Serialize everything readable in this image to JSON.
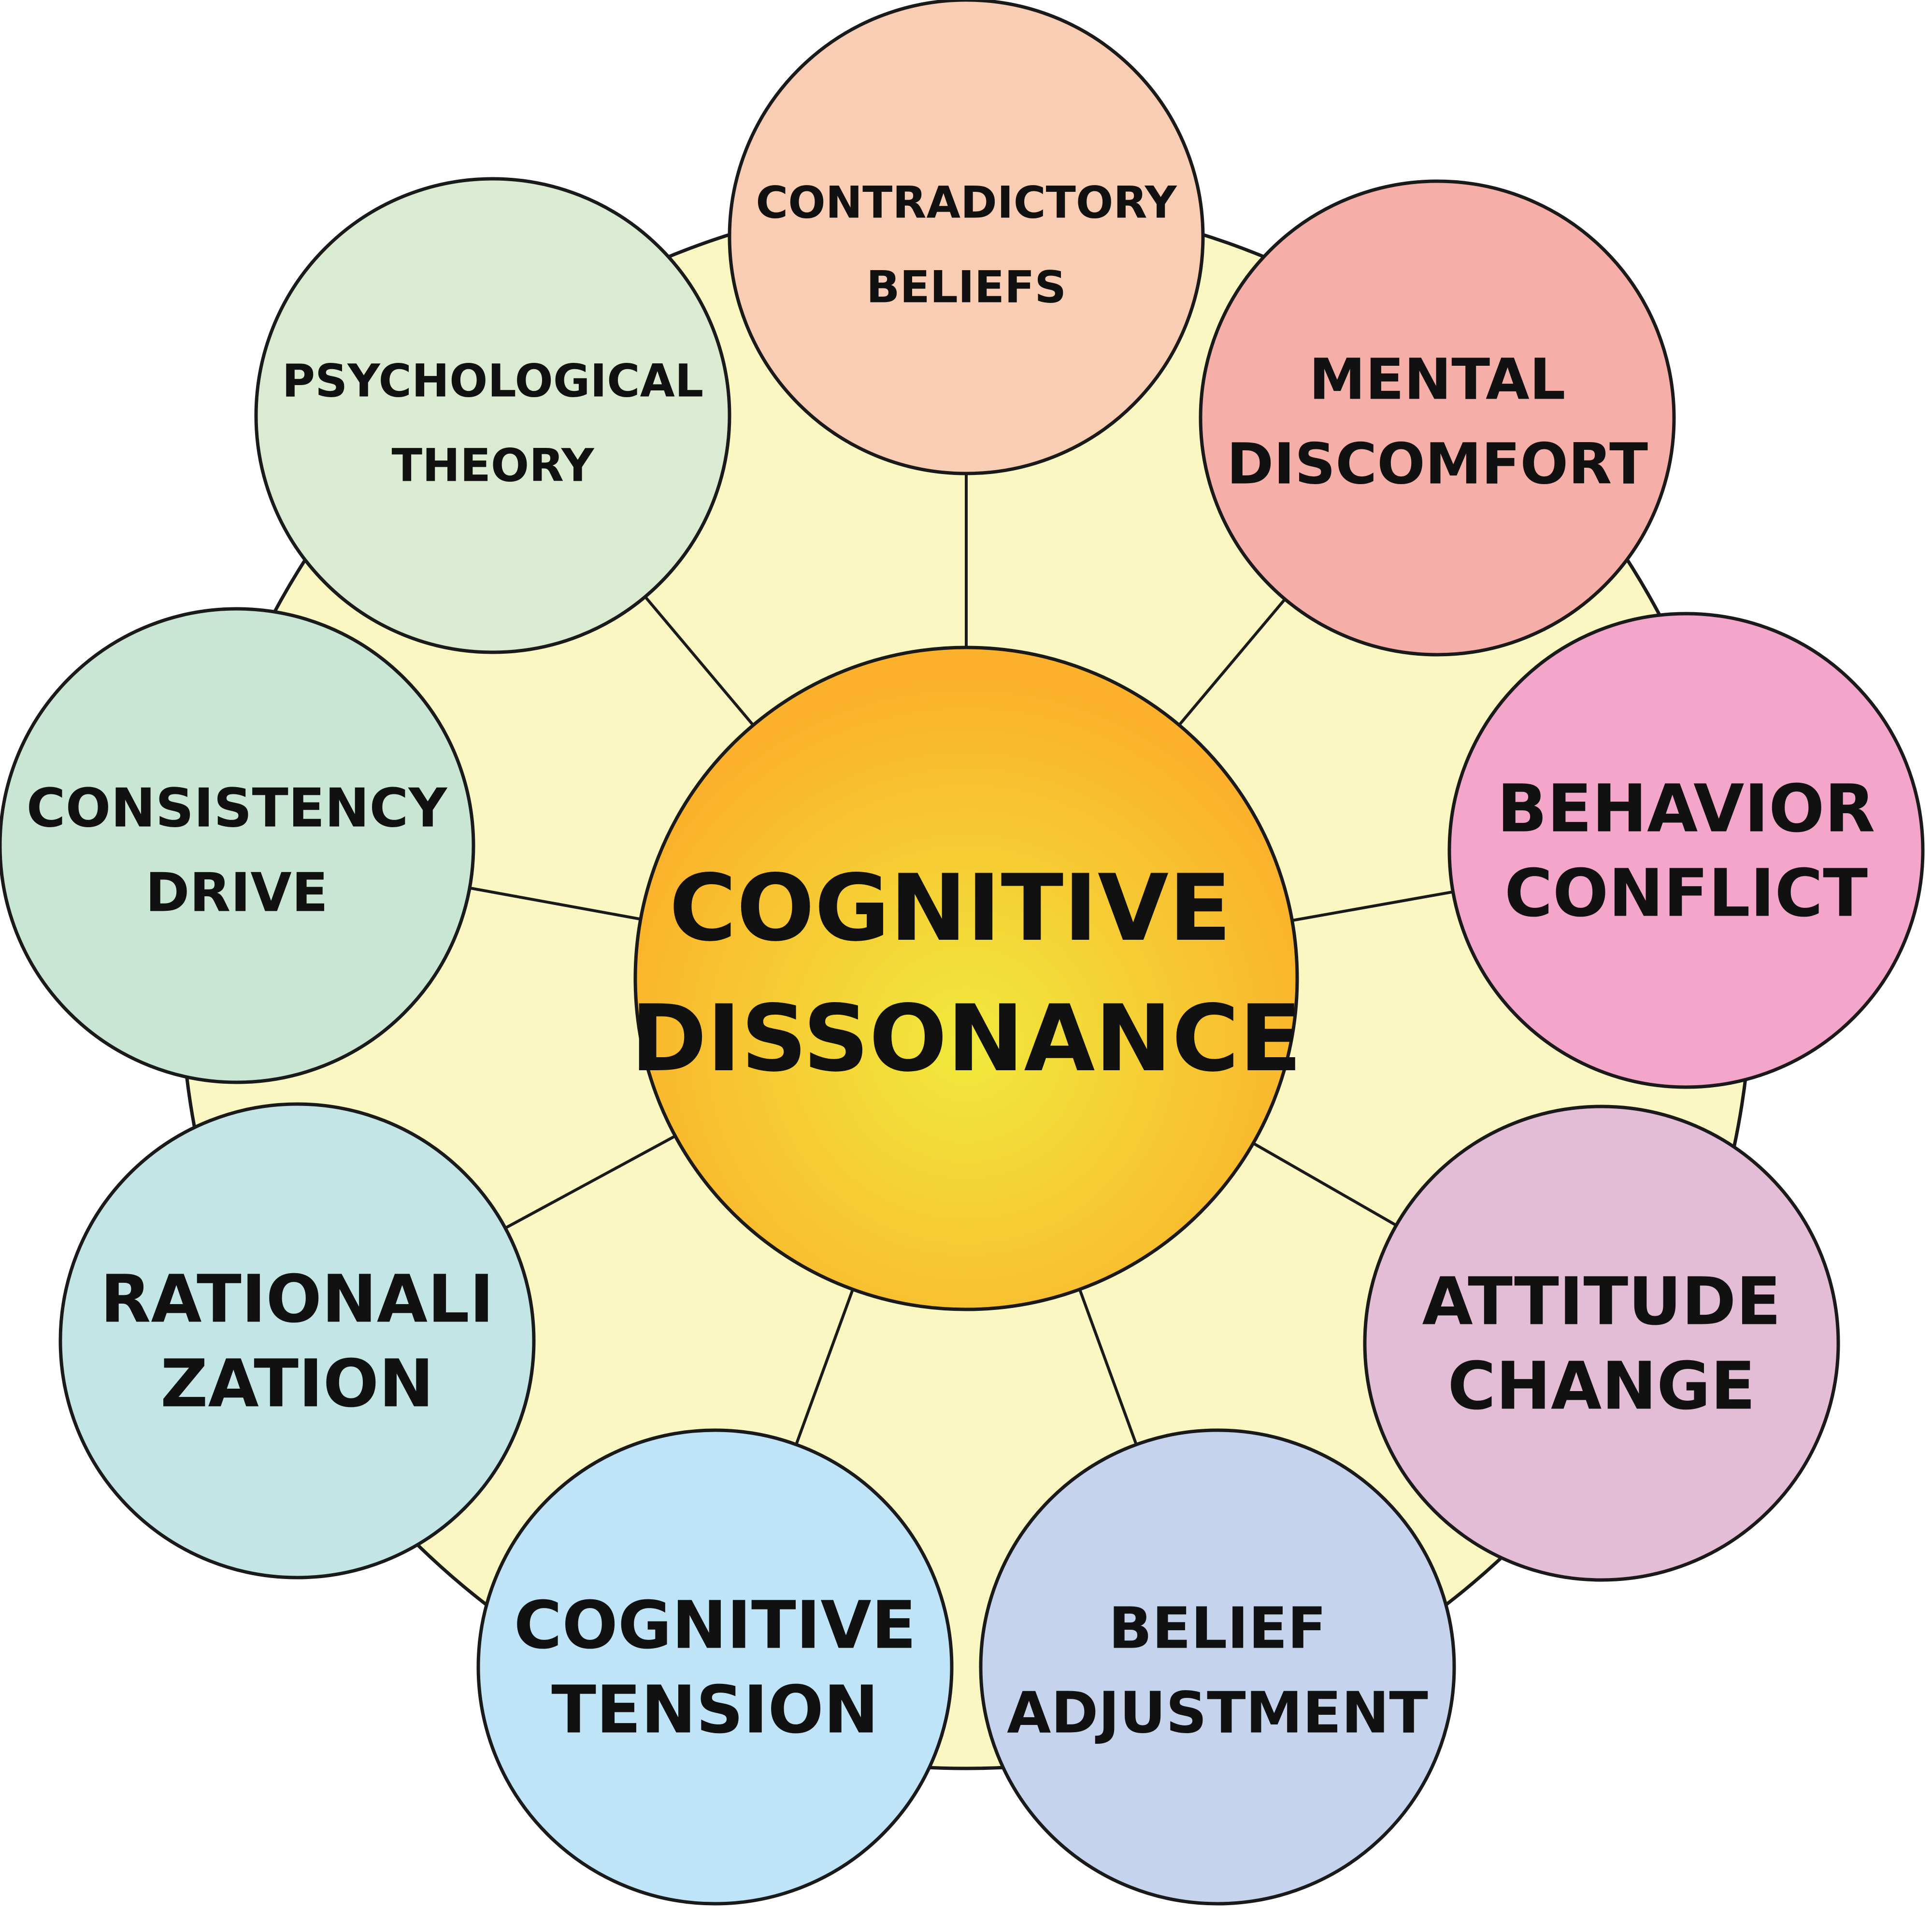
{
  "center": {
    "label_lines": [
      "COGNITIVE",
      "DISSONANCE"
    ],
    "gradient": [
      "#f0ea3c",
      "#fbb12b"
    ]
  },
  "background_ring_color": "#faf7c3",
  "nodes": [
    {
      "id": "contradictory-beliefs",
      "label_lines": [
        "CONTRADICTORY",
        "BELIEFS"
      ],
      "color": "#f8cdb4"
    },
    {
      "id": "mental-discomfort",
      "label_lines": [
        "MENTAL",
        "DISCOMFORT"
      ],
      "color": "#f5aea8"
    },
    {
      "id": "behavior-conflict",
      "label_lines": [
        "BEHAVIOR",
        "CONFLICT"
      ],
      "color": "#f3a6c9"
    },
    {
      "id": "attitude-change",
      "label_lines": [
        "ATTITUDE",
        "CHANGE"
      ],
      "color": "#e3bcd6"
    },
    {
      "id": "belief-adjustment",
      "label_lines": [
        "BELIEF",
        "ADJUSTMENT"
      ],
      "color": "#c5d4ec"
    },
    {
      "id": "cognitive-tension",
      "label_lines": [
        "COGNITIVE",
        "TENSION"
      ],
      "color": "#bfe4f7"
    },
    {
      "id": "rationalization",
      "label_lines": [
        "RATIONALI",
        "ZATION"
      ],
      "color": "#c4e5e5"
    },
    {
      "id": "consistency-drive",
      "label_lines": [
        "CONSISTENCY",
        "DRIVE"
      ],
      "color": "#c9e5d4"
    },
    {
      "id": "psychological-theory",
      "label_lines": [
        "PSYCHOLOGICAL",
        "THEORY"
      ],
      "color": "#dbebd1"
    }
  ]
}
